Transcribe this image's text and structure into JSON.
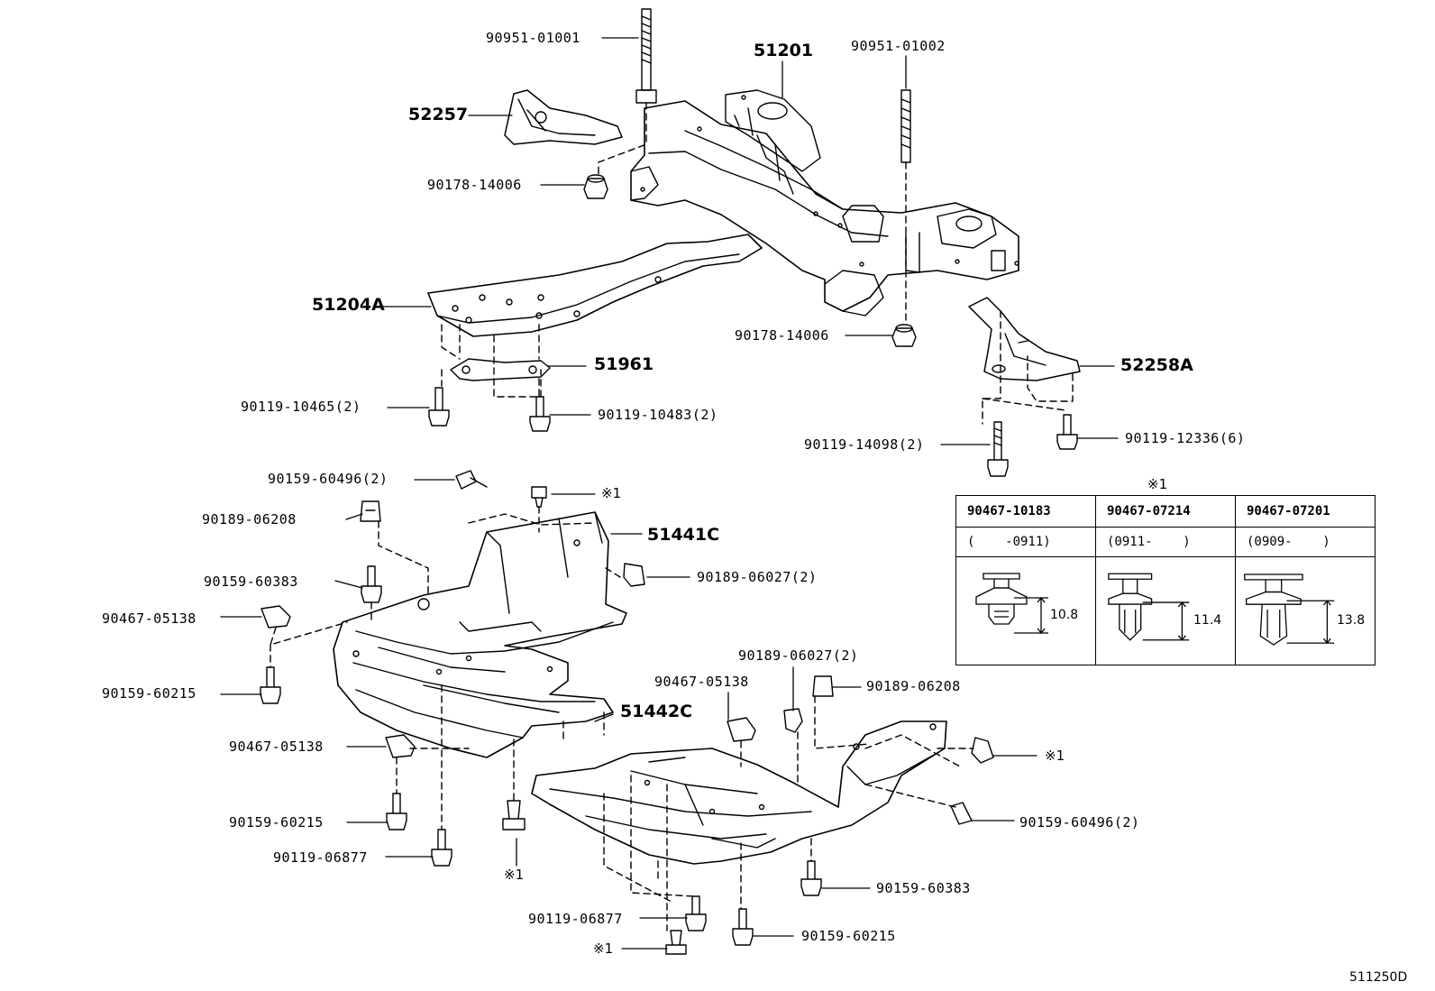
{
  "diagram": {
    "ref_code": "511250D",
    "parts": {
      "p90951_01001": "90951-01001",
      "p51201": "51201",
      "p90951_01002": "90951-01002",
      "p52257": "52257",
      "p90178_14006_a": "90178-14006",
      "p90178_14006_b": "90178-14006",
      "p51204A": "51204A",
      "p51961": "51961",
      "p52258A": "52258A",
      "p90119_10465": "90119-10465(2)",
      "p90119_10483": "90119-10483(2)",
      "p90119_14098": "90119-14098(2)",
      "p90119_12336": "90119-12336(6)",
      "p90159_60496_a": "90159-60496(2)",
      "p_note1_a": "※1",
      "p90189_06208_a": "90189-06208",
      "p51441C": "51441C",
      "p90159_60383_a": "90159-60383",
      "p90189_06027_a": "90189-06027(2)",
      "p90467_05138_a": "90467-05138",
      "p90159_60215_a": "90159-60215",
      "p90189_06027_b": "90189-06027(2)",
      "p90467_05138_b": "90467-05138",
      "p90189_06208_b": "90189-06208",
      "p51442C": "51442C",
      "p90467_05138_c": "90467-05138",
      "p_note1_b": "※1",
      "p90159_60215_b": "90159-60215",
      "p90159_60496_b": "90159-60496(2)",
      "p90119_06877_a": "90119-06877",
      "p_note1_c": "※1",
      "p90159_60383_b": "90159-60383",
      "p90119_06877_b": "90119-06877",
      "p90159_60215_c": "90159-60215",
      "p_note1_d": "※1"
    },
    "clip_table": {
      "title": "※1",
      "columns": [
        {
          "part": "90467-10183",
          "range": "(    -0911)",
          "dim": "10.8"
        },
        {
          "part": "90467-07214",
          "range": "(0911-    )",
          "dim": "11.4"
        },
        {
          "part": "90467-07201",
          "range": "(0909-    )",
          "dim": "13.8"
        }
      ]
    }
  }
}
